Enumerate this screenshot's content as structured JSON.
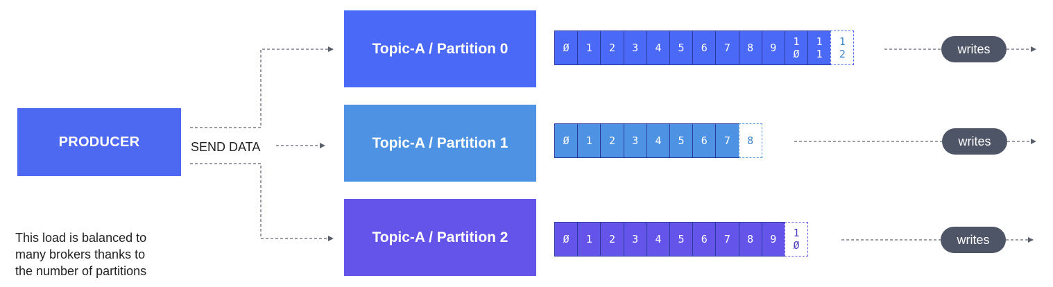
{
  "producer": {
    "label": "PRODUCER"
  },
  "send_data": {
    "label": "SEND DATA"
  },
  "note": {
    "lines": [
      "This load is balanced to",
      "many brokers thanks to",
      "the number of partitions"
    ]
  },
  "partitions": [
    {
      "label": "Topic-A / Partition 0",
      "color": "#4a69f7",
      "offsets": [
        "0",
        "1",
        "2",
        "3",
        "4",
        "5",
        "6",
        "7",
        "8",
        "9",
        "10",
        "11"
      ],
      "next_offset": "12",
      "writes_label": "writes"
    },
    {
      "label": "Topic-A / Partition 1",
      "color": "#4e93e3",
      "offsets": [
        "0",
        "1",
        "2",
        "3",
        "4",
        "5",
        "6",
        "7"
      ],
      "next_offset": "8",
      "writes_label": "writes"
    },
    {
      "label": "Topic-A / Partition 2",
      "color": "#6554ea",
      "offsets": [
        "0",
        "1",
        "2",
        "3",
        "4",
        "5",
        "6",
        "7",
        "8",
        "9"
      ],
      "next_offset": "10",
      "writes_label": "writes"
    }
  ],
  "colors": {
    "producer": "#4d69f2",
    "writes_pill": "#4e5566",
    "connector": "#7a7f8a"
  }
}
